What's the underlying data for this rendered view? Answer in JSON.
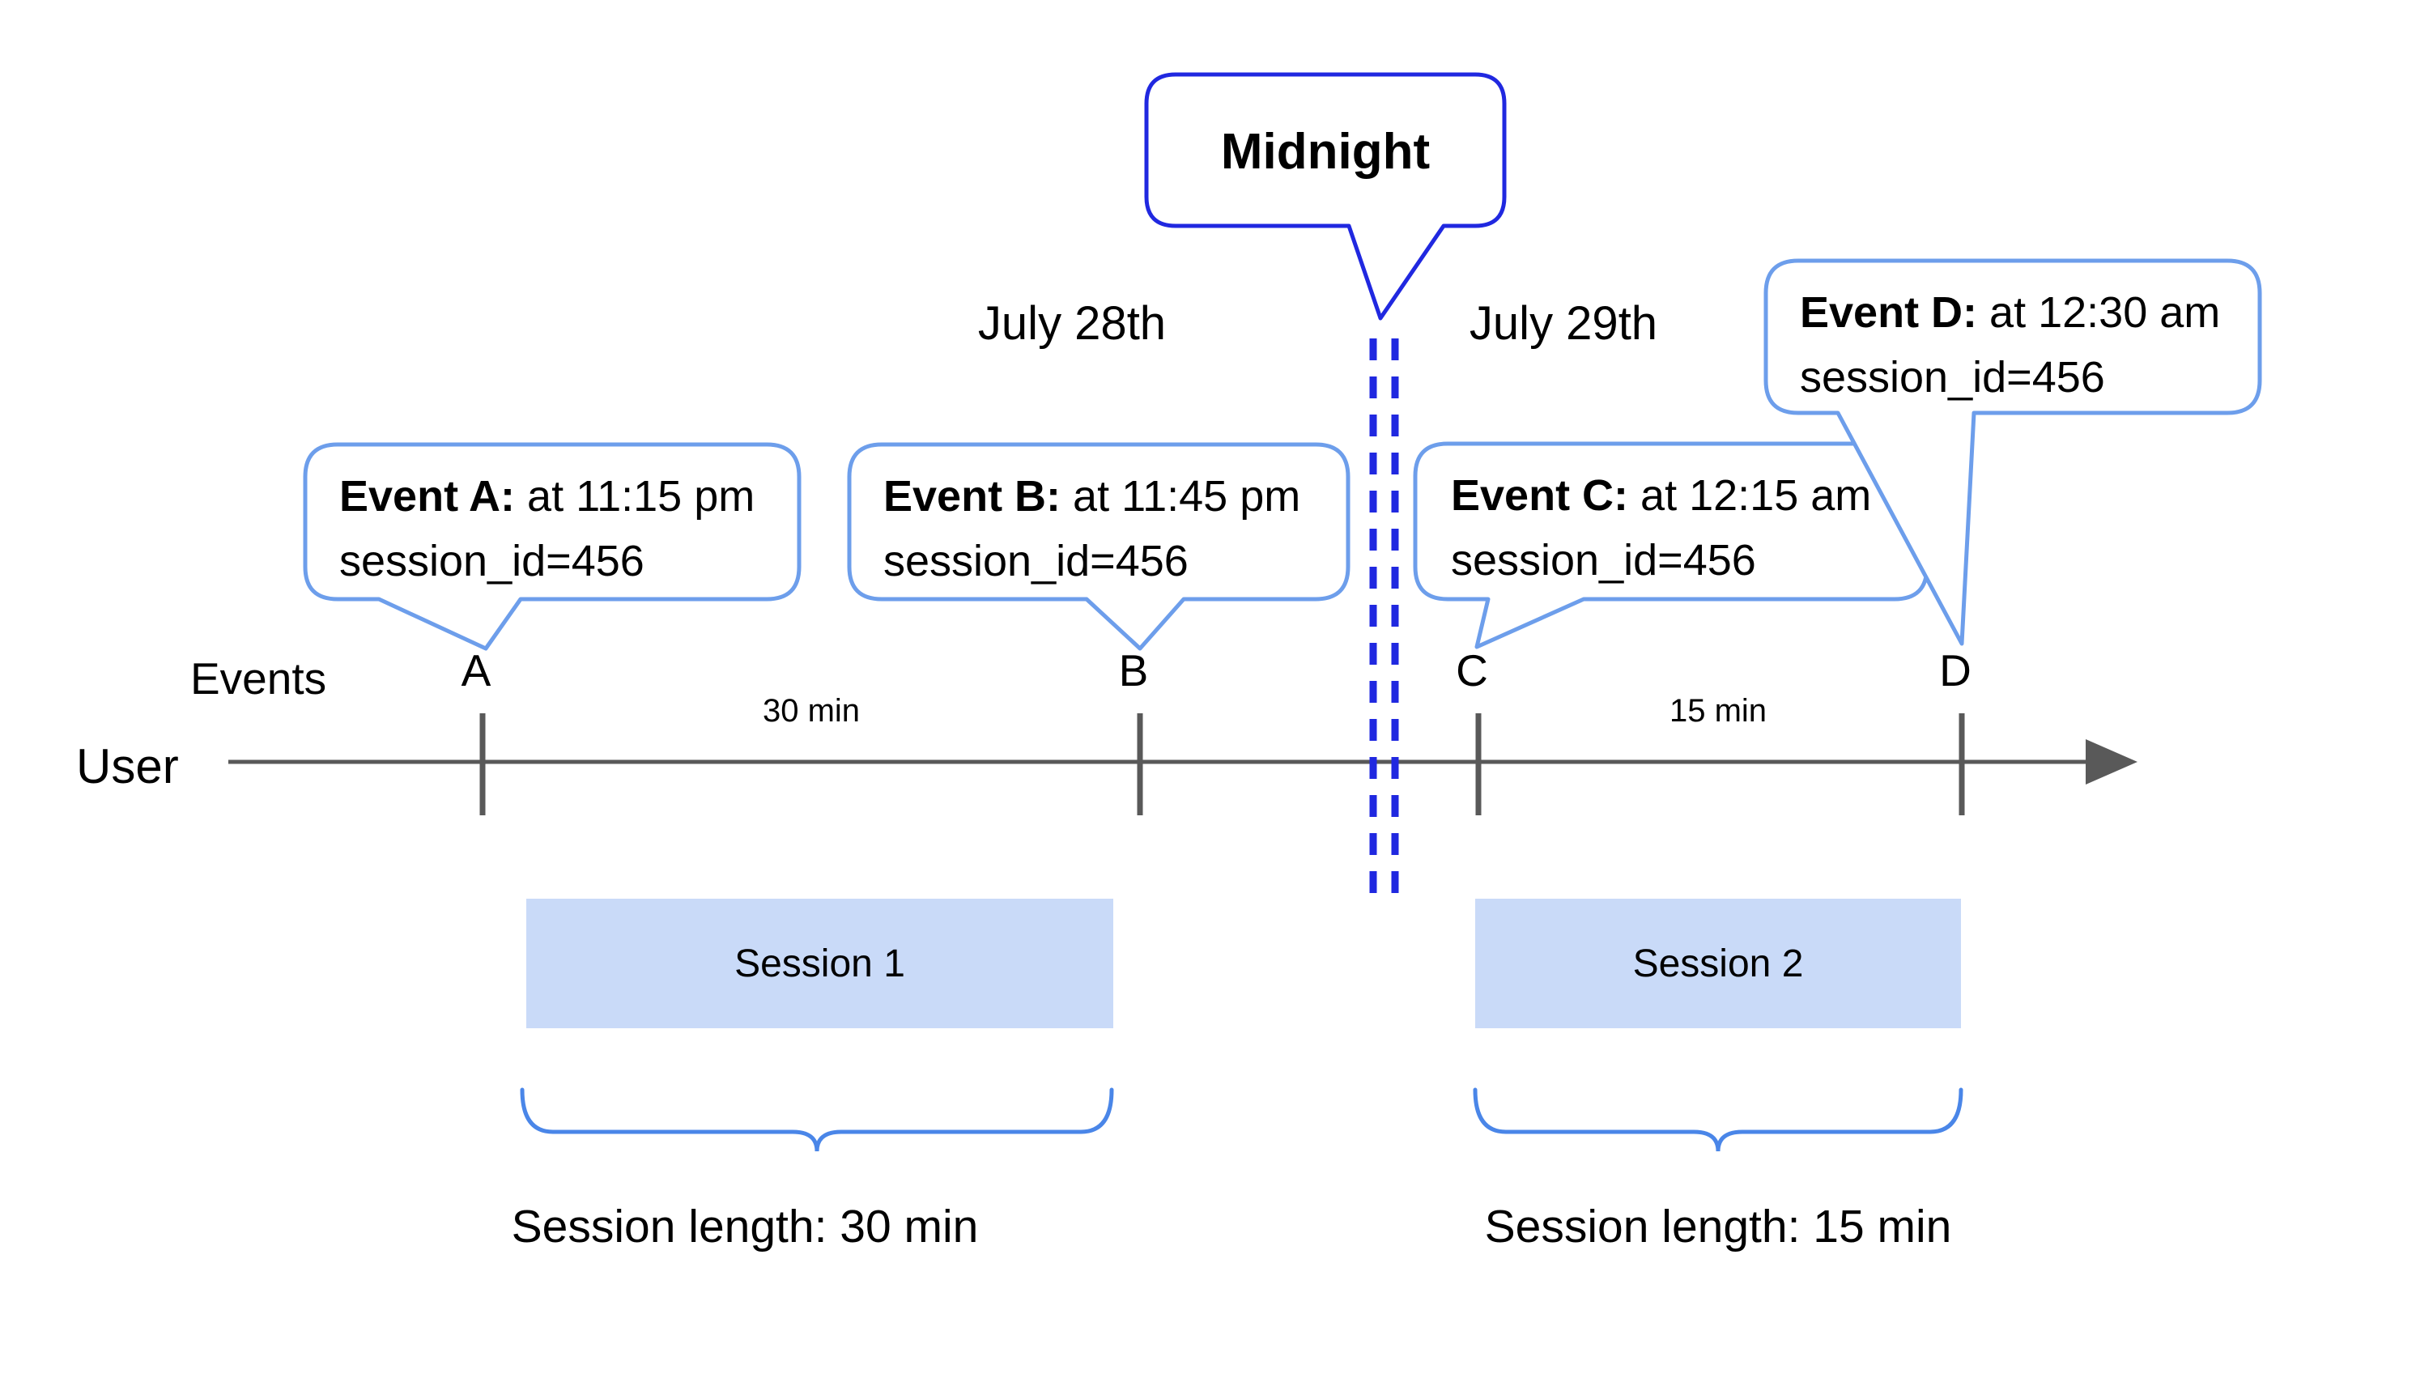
{
  "dates": {
    "before_midnight": "July 28th",
    "after_midnight": "July 29th"
  },
  "midnight_callout": {
    "label": "Midnight"
  },
  "axis": {
    "events_label": "Events",
    "user_label": "User"
  },
  "intervals": {
    "a_to_b": "30 min",
    "c_to_d": "15 min"
  },
  "events": [
    {
      "label": "A",
      "callout_title": "Event A:",
      "callout_time": " at 11:15 pm",
      "callout_session": "session_id=456"
    },
    {
      "label": "B",
      "callout_title": "Event B:",
      "callout_time": " at 11:45 pm",
      "callout_session": "session_id=456"
    },
    {
      "label": "C",
      "callout_title": "Event C:",
      "callout_time": " at 12:15 am",
      "callout_session": "session_id=456"
    },
    {
      "label": "D",
      "callout_title": "Event D:",
      "callout_time": " at 12:30 am",
      "callout_session": "session_id=456"
    }
  ],
  "sessions": [
    {
      "name": "Session 1",
      "length_label": "Session length: 30 min"
    },
    {
      "name": "Session 2",
      "length_label": "Session length: 15 min"
    }
  ],
  "colors": {
    "callout-border": "#6d9eeb",
    "midnight-blue": "#2028e0",
    "brace-blue": "#4a86e8",
    "session-fill": "#c9daf8",
    "axis-gray": "#595959",
    "text-black": "#000000"
  }
}
